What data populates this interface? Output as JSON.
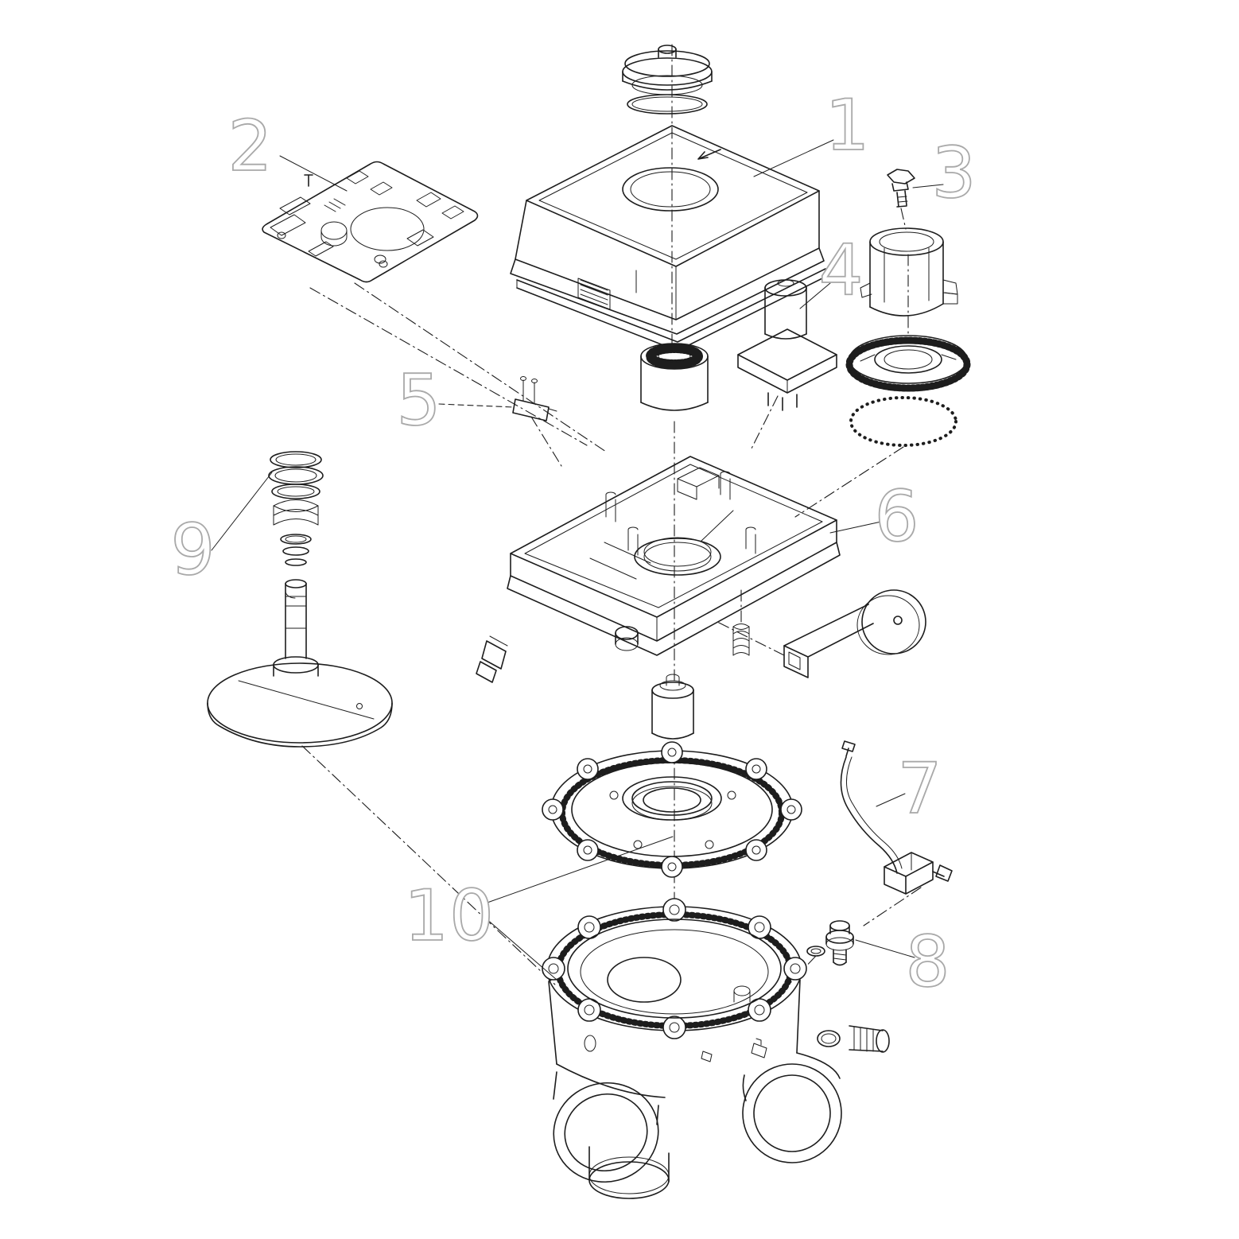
{
  "figure": {
    "type": "exploded-parts-diagram",
    "callouts": [
      {
        "label": "1"
      },
      {
        "label": "2"
      },
      {
        "label": "3"
      },
      {
        "label": "4"
      },
      {
        "label": "5"
      },
      {
        "label": "6"
      },
      {
        "label": "7"
      },
      {
        "label": "8"
      },
      {
        "label": "9"
      },
      {
        "label": "10"
      }
    ]
  },
  "colors": {
    "line": "#1d1d1d",
    "label": "#a9a9a9",
    "background": "#ffffff"
  }
}
